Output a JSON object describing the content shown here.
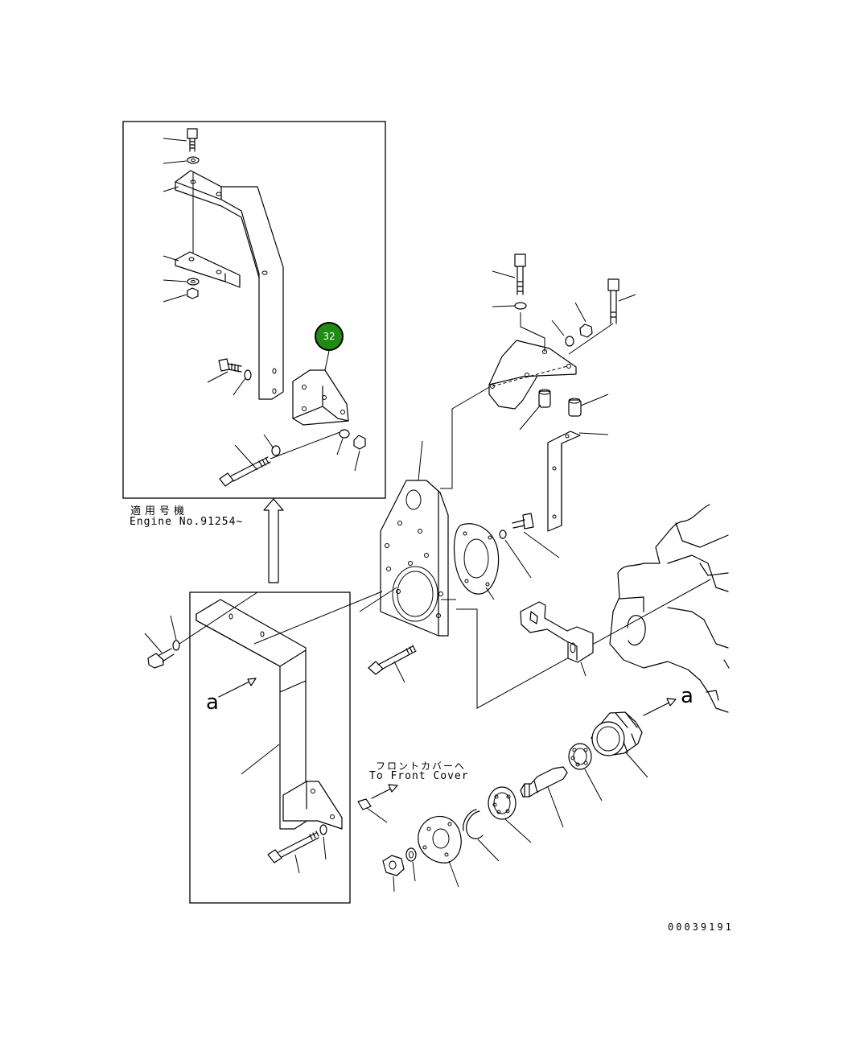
{
  "inset_label": {
    "applicable_jp": "適用号機",
    "engine_no": "Engine No.91254~"
  },
  "front_cover": {
    "jp": "フロントカバーへ",
    "en": "To Front Cover"
  },
  "view_marker": "a",
  "callout": {
    "number": "32",
    "color": "#1f8a14"
  },
  "drawing_number": "00039191"
}
